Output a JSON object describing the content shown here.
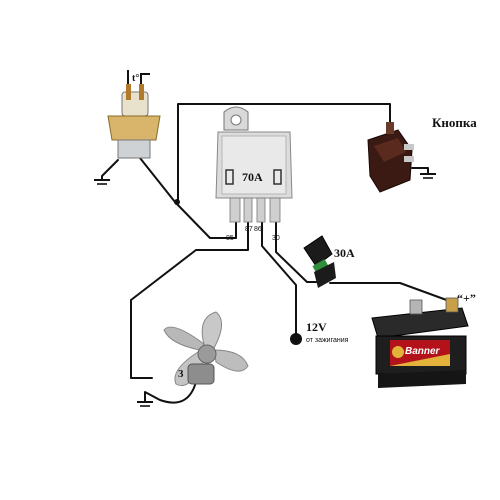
{
  "labels": {
    "sensor": "t°",
    "button": "Кнопка",
    "relay": "70A",
    "pin85": "85",
    "pin87": "87",
    "pin86": "86",
    "pin30": "30",
    "fuse": "30A",
    "battery_plus": "“+”",
    "ignition_voltage": "12V",
    "ignition_note": "от зажигания",
    "fan_number": "3",
    "battery_brand": "Banner"
  },
  "colors": {
    "wire": "#111111",
    "fuse_green": "#2f8f3a",
    "battery_red": "#b3121b",
    "battery_gold": "#e2b23a",
    "metal": "#c8c8c8",
    "brass": "#d8b56a"
  }
}
